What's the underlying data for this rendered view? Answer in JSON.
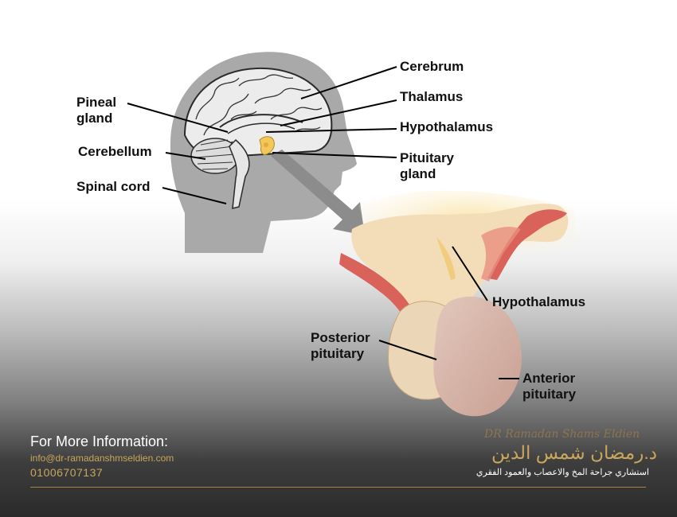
{
  "labels": {
    "cerebrum": "Cerebrum",
    "thalamus": "Thalamus",
    "hypothalamus_top": "Hypothalamus",
    "pituitary_gland": "Pituitary\ngland",
    "pineal_gland": "Pineal\ngland",
    "cerebellum": "Cerebellum",
    "spinal_cord": "Spinal cord",
    "hypothalamus_zoom": "Hypothalamus",
    "posterior_pituitary": "Posterior\npituitary",
    "anterior_pituitary": "Anterior\npituitary"
  },
  "footer": {
    "title": "For More Information:",
    "email": "info@dr-ramadanshmseldien.com",
    "phone": "01006707137"
  },
  "brand": {
    "signature": "DR Ramadan Shams Eldien",
    "name_ar": "د.رمضان شمس الدين",
    "subtitle_ar": "استشاري جراحة المخ والاعصاب والعمود الفقري"
  },
  "colors": {
    "head": "#a9a9a9",
    "accent_gold": "#c9a65c",
    "gland": "#e9cfc2",
    "vessel": "#d9625a"
  }
}
